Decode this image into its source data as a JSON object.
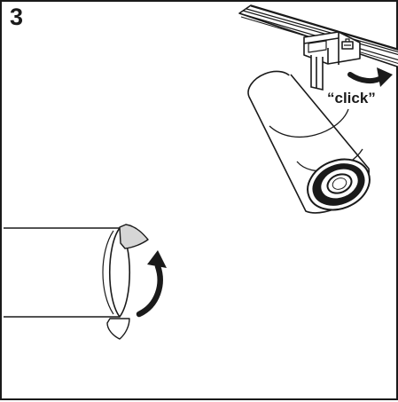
{
  "step": {
    "number": "3"
  },
  "annotation": {
    "click_text": "“click”"
  },
  "illustration": {
    "subject": "track-spotlight-mounting",
    "icons": [
      "rotate-arrow-icon",
      "rotate-arrow-icon"
    ],
    "colors": {
      "line": "#1a1a1a",
      "tab_fill": "#d6d6d6",
      "background": "#ffffff"
    }
  }
}
